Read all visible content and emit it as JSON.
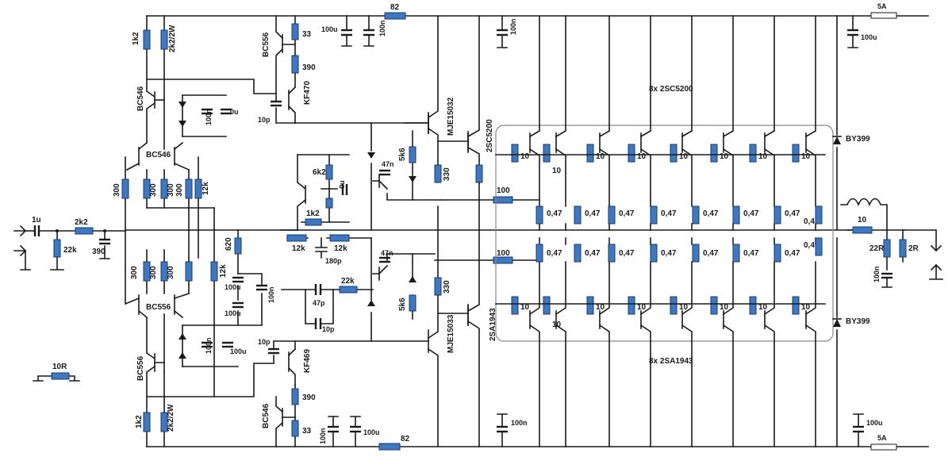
{
  "labels": {
    "fuse_label": "5A",
    "r_82": "82",
    "c_100u": "100u",
    "c_100n": "100n",
    "r_1k2": "1k2",
    "r_2k2_2w": "2k2/2W",
    "r_33": "33",
    "r_390": "390",
    "q_bc556": "BC556",
    "q_bc546": "BC546",
    "q_kf470": "KF470",
    "q_kf469": "KF469",
    "q_mje15032": "MJE15032",
    "q_mje15033": "MJE15033",
    "q_2sc5200": "2SC5200",
    "q_2sa1943": "2SA1943",
    "c_10p": "10p",
    "c_10u": "0u",
    "r_300": "300",
    "r_12k": "12k",
    "r_620": "620",
    "r_6k2": "6k2",
    "r_1k2_b": "1k2",
    "r_5k6": "5k6",
    "r_330": "330",
    "r_100": "100",
    "c_47n": "47n",
    "c_180p": "180p",
    "c_47p": "47p",
    "r_22k": "22k",
    "c_1u": "1u",
    "r_2k2": "2k2",
    "c_390": "390",
    "r_10": "10",
    "r_047": "0,47",
    "r_047_short": "0,4",
    "d_by399": "BY399",
    "r_10_out": "10",
    "r_22r": "22R",
    "r_2r": "2R",
    "r_10r": "10R",
    "out_label_top": "8x   2SC5200",
    "out_label_bot": "8x   2SA1943"
  }
}
